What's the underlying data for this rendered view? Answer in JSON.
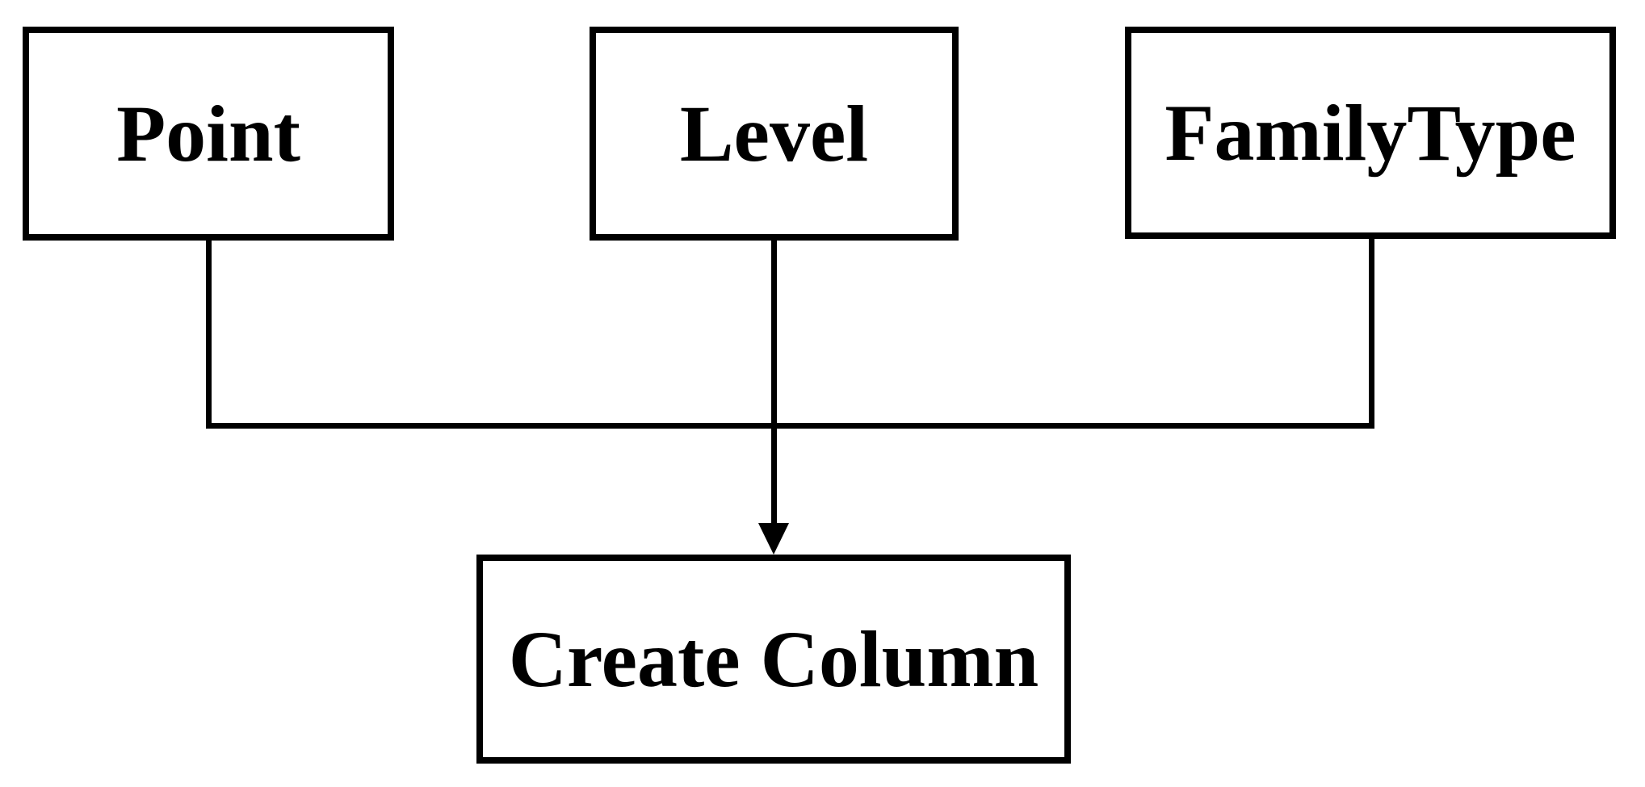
{
  "diagram": {
    "type": "flowchart",
    "background_color": "#ffffff",
    "stroke_color": "#000000",
    "text_color": "#000000",
    "nodes": [
      {
        "id": "point",
        "label": "Point"
      },
      {
        "id": "level",
        "label": "Level"
      },
      {
        "id": "family-type",
        "label": "FamilyType"
      },
      {
        "id": "create-column",
        "label": "Create Column"
      }
    ],
    "edges": [
      {
        "from": "point",
        "to": "create-column",
        "arrow": false
      },
      {
        "from": "level",
        "to": "create-column",
        "arrow": true
      },
      {
        "from": "family-type",
        "to": "create-column",
        "arrow": false
      }
    ]
  }
}
